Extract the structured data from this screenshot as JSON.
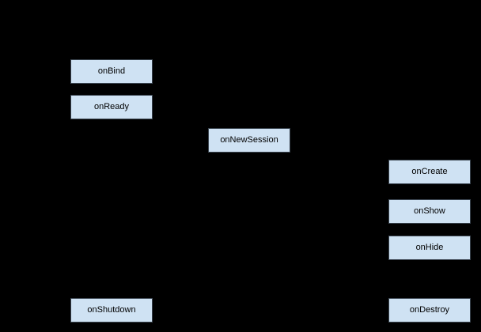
{
  "diagram": {
    "type": "lifecycle-flowchart",
    "colors": {
      "background": "#000000",
      "node_fill": "#cfe2f3",
      "node_border": "#39434e",
      "node_text": "#000000"
    },
    "nodes": [
      {
        "label": "onBind"
      },
      {
        "label": "onReady"
      },
      {
        "label": "onNewSession"
      },
      {
        "label": "onCreate"
      },
      {
        "label": "onShow"
      },
      {
        "label": "onHide"
      },
      {
        "label": "onShutdown"
      },
      {
        "label": "onDestroy"
      }
    ]
  }
}
